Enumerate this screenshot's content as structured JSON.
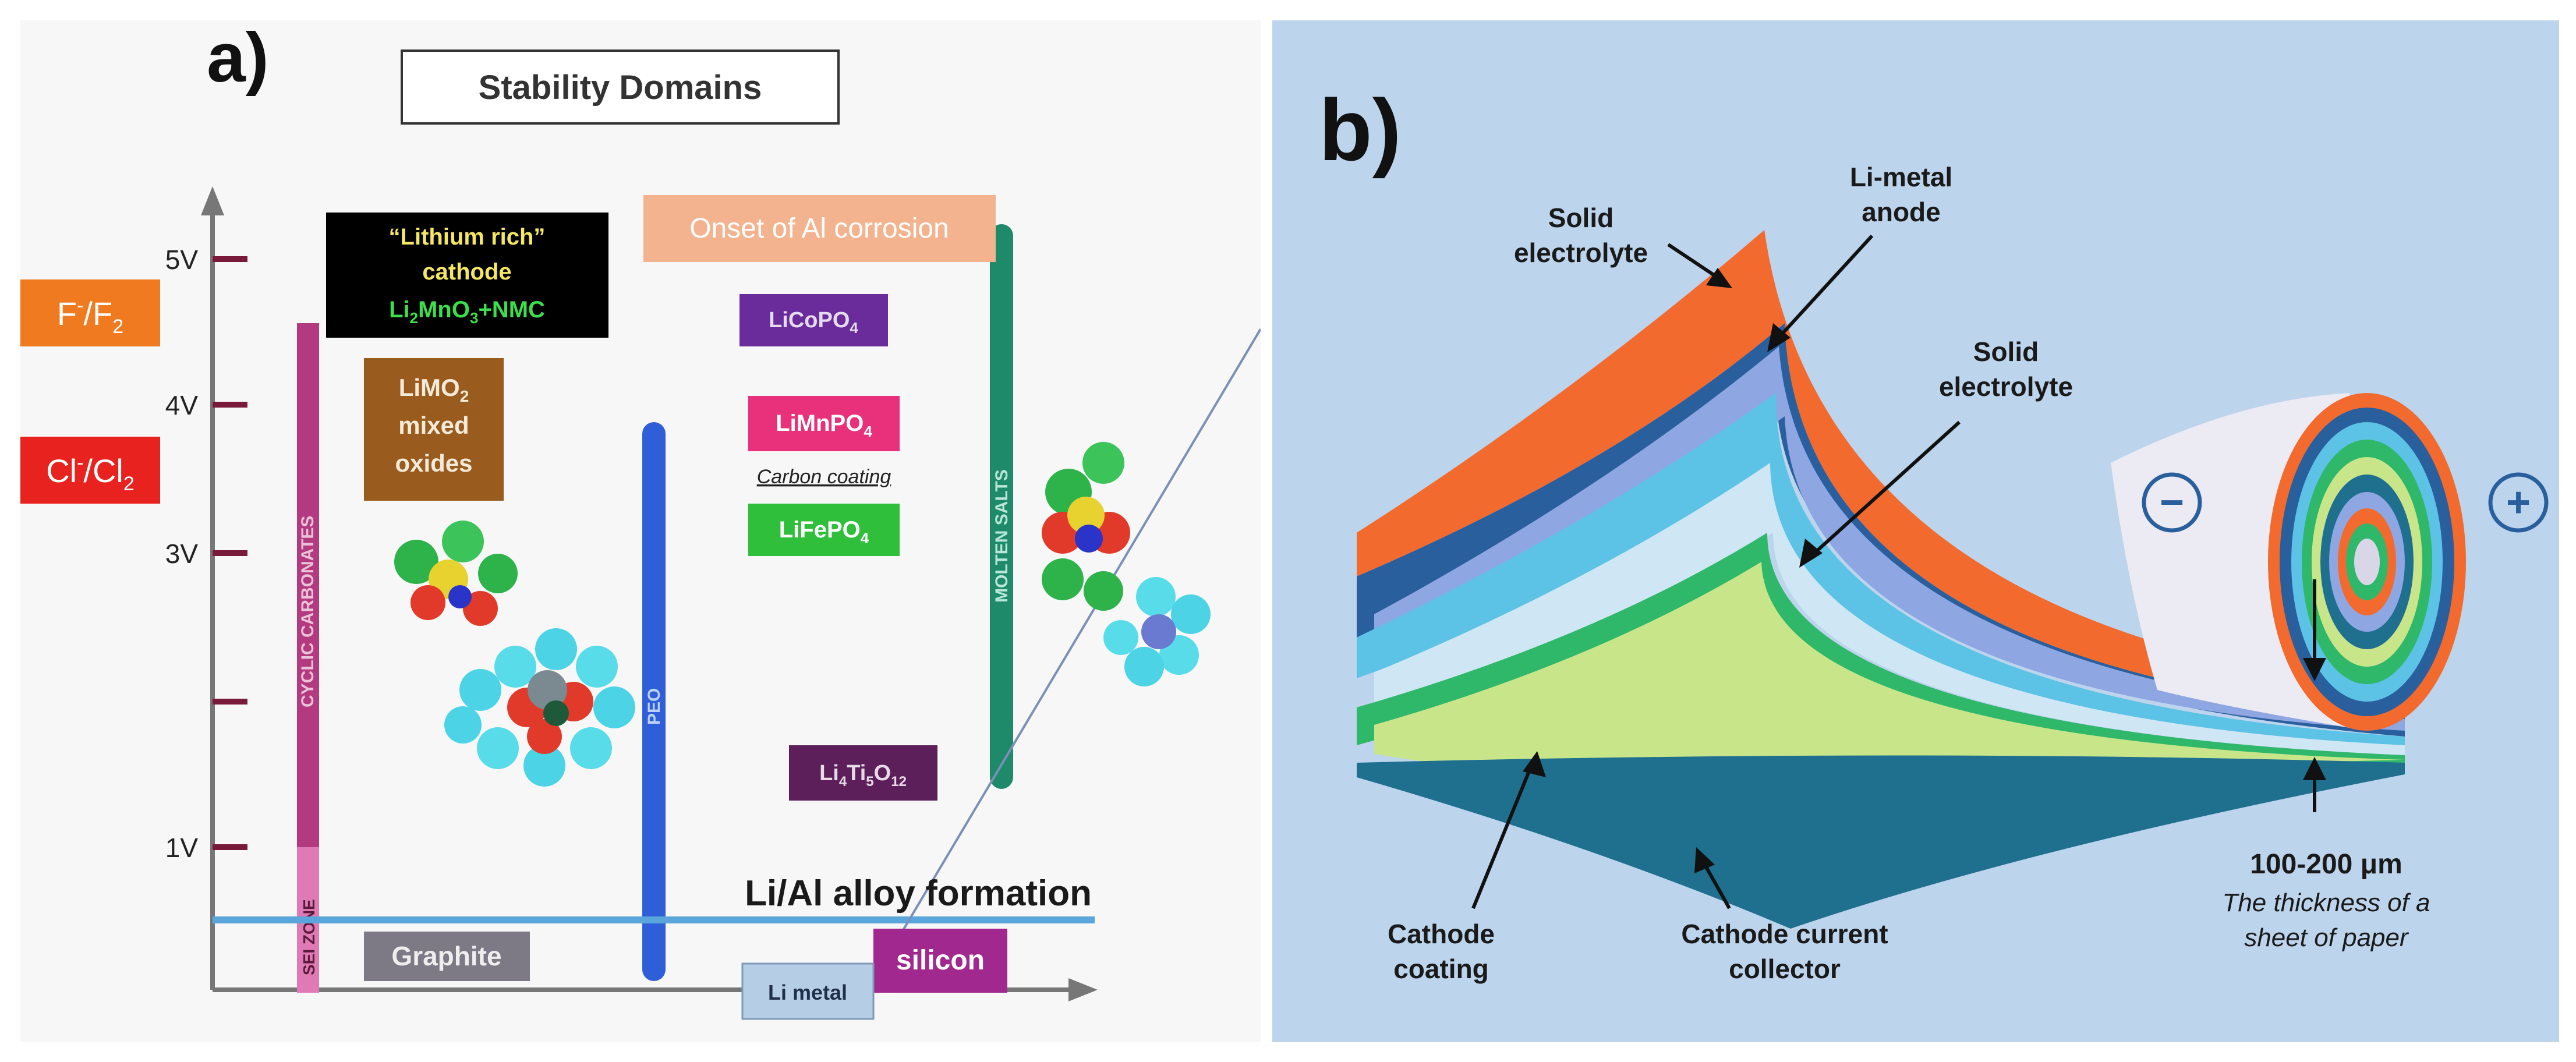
{
  "panel_a": {
    "label": "a)",
    "title": "Stability Domains",
    "axis_ticks": [
      "5V",
      "4V",
      "3V",
      "1V"
    ],
    "couples": {
      "fluorine": [
        "F",
        "-",
        "/F",
        "2"
      ],
      "chlorine": [
        "Cl",
        "-",
        "/Cl",
        "2"
      ]
    },
    "boxes": {
      "lithium_rich": {
        "line1": "“Lithium rich”",
        "line2": "cathode",
        "f_a": "Li",
        "f_b": "2",
        "f_c": "MnO",
        "f_d": "3",
        "f_e": "+NMC"
      },
      "limo2": {
        "a": "LiMO",
        "b": "2",
        "line2": "mixed",
        "line3": "oxides"
      },
      "al_corrosion": "Onset of Al corrosion",
      "licopo4": {
        "a": "LiCoPO",
        "b": "4"
      },
      "limnpo4": {
        "a": "LiMnPO",
        "b": "4"
      },
      "carbon_coating": "Carbon coating",
      "lifepo4": {
        "a": "LiFePO",
        "b": "4"
      },
      "li4ti5o12": {
        "a": "Li",
        "b": "4",
        "c": "Ti",
        "d": "5",
        "e": "O",
        "f": "12"
      },
      "graphite": "Graphite",
      "silicon": "silicon",
      "li_metal": "Li metal",
      "li_al_alloy": "Li/Al alloy formation"
    },
    "bars": {
      "cyclic_carbonates": "CYCLIC CARBONATES",
      "sei_zone": "SEI ZONE",
      "peo": "PEO",
      "molten_salts": "MOLTEN SALTS"
    },
    "colors": {
      "axis": "#777777",
      "tick": "#7a1a3a",
      "black_box": "#000000",
      "yellow_text": "#f5e663",
      "green_text": "#3adf4a",
      "brown": "#9a5b1e",
      "salmon": "#f4b38f",
      "purple": "#6a2c9a",
      "pink": "#e8317a",
      "green_box": "#2fbf3a",
      "dark_purple": "#5c1f5a",
      "grey": "#7d7a86",
      "magenta": "#a0288e",
      "li_metal": "#b6cde6",
      "blue_line": "#5aa6dc",
      "carbonates": "#b33a7f",
      "sei": "#e07ab4",
      "peo": "#2e5fd8",
      "molten": "#1f8a6a",
      "orange": "#f07a20",
      "red": "#e8221e"
    }
  },
  "panel_b": {
    "label": "b)",
    "labels": {
      "solid_electrolyte_top": [
        "Solid",
        "electrolyte"
      ],
      "li_metal_anode": [
        "Li-metal",
        "anode"
      ],
      "solid_electrolyte_mid": [
        "Solid",
        "electrolyte"
      ],
      "cathode_coating": [
        "Cathode",
        "coating"
      ],
      "cathode_current_collector": [
        "Cathode current",
        "collector"
      ],
      "thickness": "100-200 μm",
      "thickness_note": [
        "The thickness of a",
        "sheet of paper"
      ]
    },
    "terminals": {
      "negative": "−",
      "positive": "+"
    },
    "colors": {
      "background": "#bcd4ec",
      "orange": "#f26a2e",
      "navy": "#2a5f9e",
      "lavender": "#8ea6e2",
      "sky": "#5cc3e6",
      "pale_blue": "#cfe6f4",
      "green": "#2fb86a",
      "lime": "#c9e58a",
      "teal": "#1f6f8e",
      "paper": "#eceaf2"
    }
  }
}
